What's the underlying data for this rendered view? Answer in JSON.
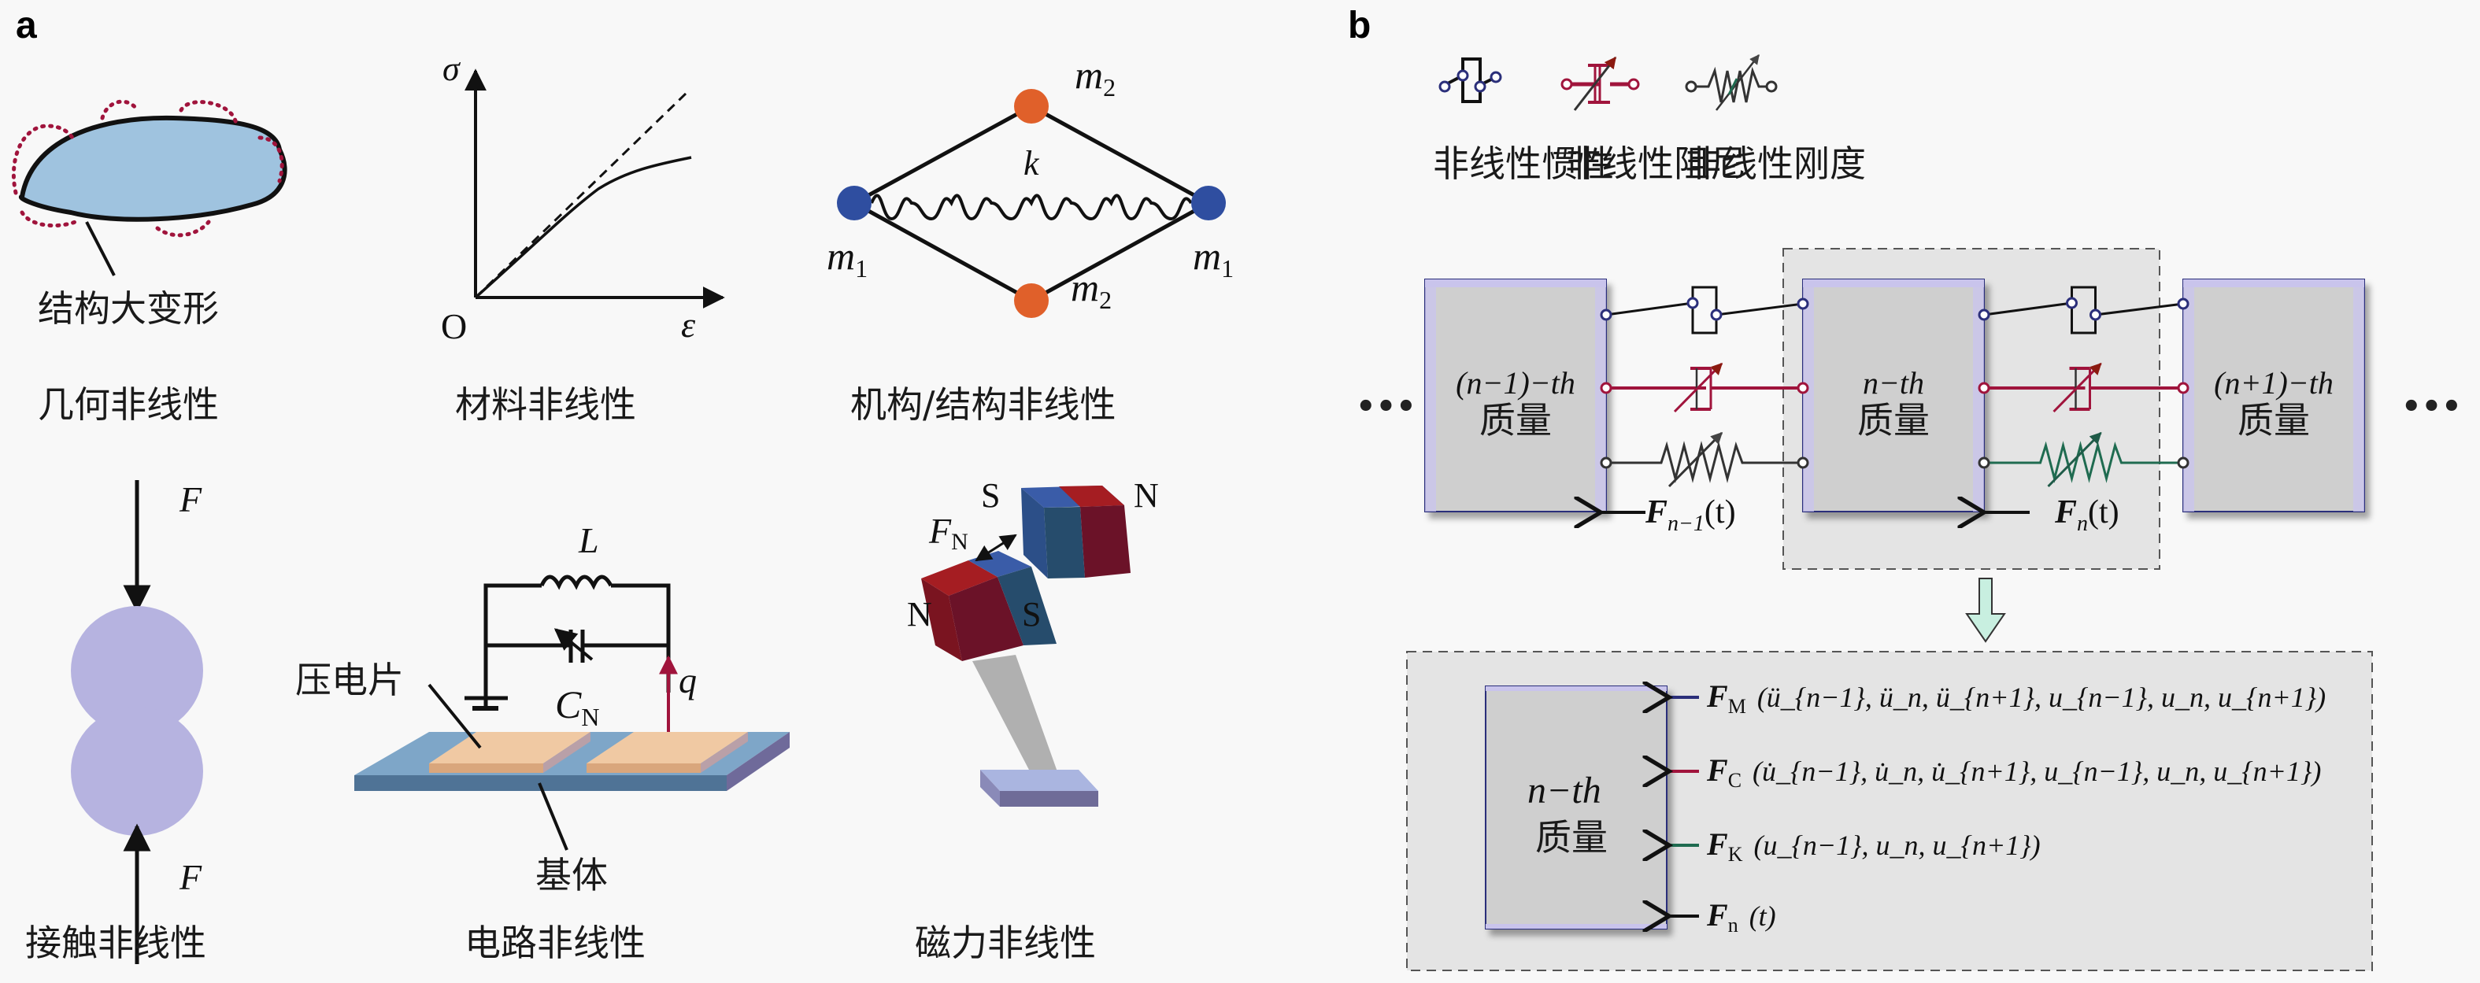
{
  "panel_a": {
    "letter": "a",
    "geometric": {
      "caption": "几何非线性",
      "label": "结构大变形"
    },
    "material": {
      "caption": "材料非线性",
      "y_axis": "σ",
      "x_axis": "ε",
      "origin": "O"
    },
    "mechanism": {
      "caption": "机构/结构非线性",
      "spring": "k",
      "mass_top": "m",
      "mass_top_sub": "2",
      "mass_bottom": "m",
      "mass_bottom_sub": "2",
      "mass_left": "m",
      "mass_left_sub": "1",
      "mass_right": "m",
      "mass_right_sub": "1"
    },
    "contact": {
      "caption": "接触非线性",
      "force_top": "F",
      "force_bottom": "F"
    },
    "circuit": {
      "caption": "电路非线性",
      "inductor": "L",
      "capacitor": "C",
      "capacitor_sub": "N",
      "charge": "q",
      "piezo_label": "压电片",
      "substrate_label": "基体"
    },
    "magnetic": {
      "caption": "磁力非线性",
      "force": "F",
      "force_sub": "N",
      "top_left_pole": "S",
      "top_right_pole": "N",
      "bottom_left_pole": "N",
      "bottom_right_pole": "S"
    }
  },
  "panel_b": {
    "letter": "b",
    "legend": [
      {
        "label": "非线性惯性",
        "color": "#2b2f7a"
      },
      {
        "label": "非线性阻尼",
        "color": "#a0143c"
      },
      {
        "label": "非线性刚度",
        "color": "#1f6b50"
      }
    ],
    "masses": [
      {
        "line1": "(n−1)−th",
        "line2": "质量"
      },
      {
        "line1": "n−th",
        "line2": "质量"
      },
      {
        "line1": "(n+1)−th",
        "line2": "质量"
      }
    ],
    "ellipsis_left": "•••",
    "ellipsis_right": "•••",
    "forces": [
      {
        "symbol": "F",
        "sub": "n−1",
        "arg": "(t)"
      },
      {
        "symbol": "F",
        "sub": "n",
        "arg": "(t)"
      }
    ],
    "detail": {
      "mass_line1": "n−th",
      "mass_line2": "质量",
      "terms": [
        {
          "symbol": "F",
          "sub": "M",
          "args": "(ü_{n−1}, ü_n, ü_{n+1}, u_{n−1}, u_n, u_{n+1})",
          "arrow_color": "#2b2f7a"
        },
        {
          "symbol": "F",
          "sub": "C",
          "args": "(u̇_{n−1}, u̇_n, u̇_{n+1}, u_{n−1}, u_n, u_{n+1})",
          "arrow_color": "#a0143c"
        },
        {
          "symbol": "F",
          "sub": "K",
          "args": "(u_{n−1}, u_n, u_{n+1})",
          "arrow_color": "#1f6b50"
        },
        {
          "symbol": "F",
          "sub": "n",
          "args": "(t)",
          "arrow_color": "#111111"
        }
      ]
    }
  },
  "colors": {
    "inertia": "#2b2f7a",
    "damping": "#a0143c",
    "stiffness": "#1f6b50",
    "mass_fill": "#cfcfcf",
    "mass_border": "#c9c4ec",
    "highlight_box": "#e4e4e4",
    "blob_fill": "#9fc3df",
    "contact_fill": "#b6b3e0",
    "node_blue": "#2f4ea0",
    "node_orange": "#e0602a",
    "magnet_red": "#8a1424",
    "magnet_blue": "#2c4f88",
    "piezo": "#f0c9a3",
    "substrate": "#7ea6c8",
    "arrow_fill": "#c8efe0"
  }
}
